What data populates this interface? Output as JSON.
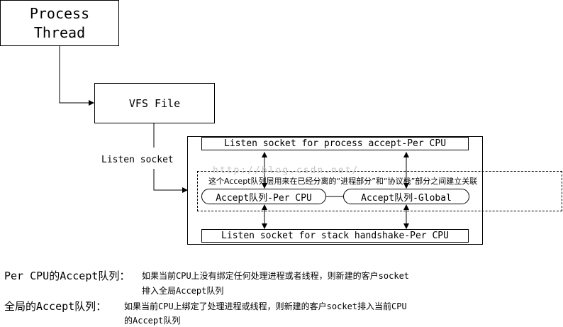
{
  "diagram": {
    "process_thread": [
      "Process",
      "Thread"
    ],
    "vfs_file": "VFS File",
    "listen_socket_label": "Listen socket",
    "listen_process": "Listen socket for process accept-Per CPU",
    "accept_note": "这个Accept队列层用来在已经分离的“进程部分”和“协议栈”部分之间建立关联",
    "accept_per_cpu": "Accept队列-Per CPU",
    "accept_global": "Accept队列-Global",
    "listen_stack": "Listen socket for stack handshake-Per CPU",
    "watermark": "http://blog.csdn.net/"
  },
  "notes": {
    "per_cpu_title": "Per CPU的Accept队列：",
    "per_cpu_line1": "如果当前CPU上没有绑定任何处理进程或者线程，则新建的客户socket",
    "per_cpu_line2": "排入全局Accept队列",
    "global_title": "全局的Accept队列：",
    "global_line1": "如果当前CPU上绑定了处理进程或线程，则新建的客户socket排入当前CPU",
    "global_line2": "的Accept队列"
  }
}
